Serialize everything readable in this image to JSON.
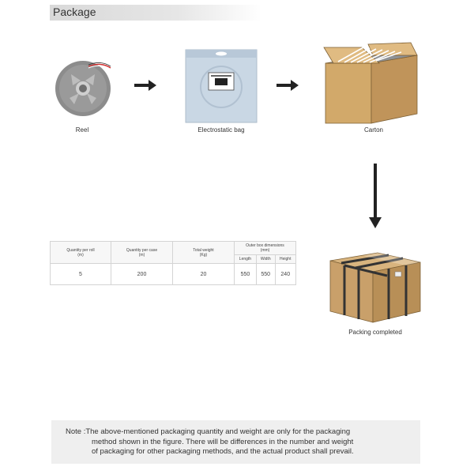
{
  "header": {
    "title": "Package"
  },
  "steps": {
    "reel": "Reel",
    "bag": "Electrostatic bag",
    "carton": "Carton",
    "completed": "Packing completed"
  },
  "table": {
    "headers": {
      "qty_roll": "Quantity per roll",
      "qty_roll_unit": "(m)",
      "qty_case": "Quantity per case",
      "qty_case_unit": "(m)",
      "weight": "Total weight",
      "weight_unit": "(Kg)",
      "dims": "Outer box dimensions",
      "dims_unit": "(mm)",
      "length": "Length",
      "width": "Width",
      "height": "Height"
    },
    "values": {
      "qty_roll": "5",
      "qty_case": "200",
      "weight": "20",
      "length": "550",
      "width": "550",
      "height": "240"
    }
  },
  "note": {
    "line1": "Note :The above-mentioned packaging quantity and weight are only for the packaging",
    "line2": "method shown in the figure. There will be differences in the number and weight",
    "line3": "of packaging for other packaging methods, and the actual product shall prevail."
  }
}
